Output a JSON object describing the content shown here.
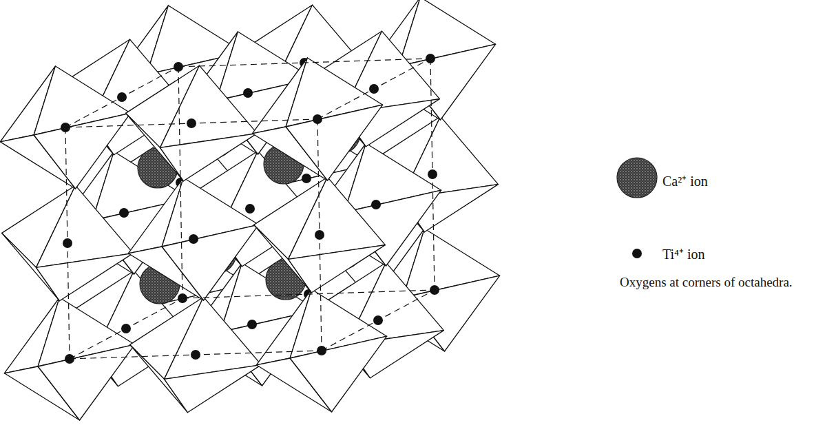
{
  "diagram": {
    "labels": [
      "Oxygens at corners of octahedra."
    ],
    "legend": [
      {
        "text": "Ca²⁺ ion"
      },
      {
        "text": "Ti⁴⁺ ion"
      }
    ]
  }
}
